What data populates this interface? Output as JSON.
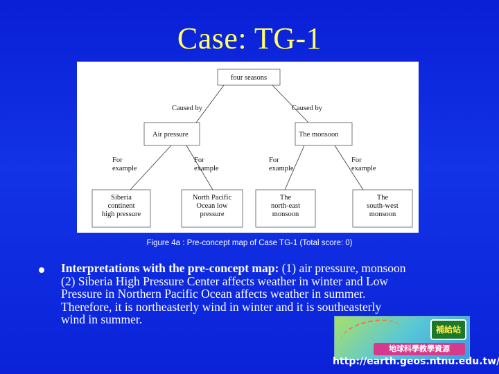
{
  "title": "Case: TG-1",
  "diagram": {
    "root": "four seasons",
    "edges_level1": {
      "left": "Caused by",
      "right": "Caused by"
    },
    "level1": {
      "left": "Air pressure",
      "right": "The monsoon"
    },
    "for_label_line1": "For",
    "for_label_line2": "example",
    "leaves": [
      {
        "line1": "Siberia",
        "line2": "continent",
        "line3": "high pressure"
      },
      {
        "line1": "North Pacific",
        "line2": "Ocean low",
        "line3": "pressure"
      },
      {
        "line1": "The",
        "line2": "north-east",
        "line3": "monsoon"
      },
      {
        "line1": "The",
        "line2": "south-west",
        "line3": "monsoon"
      }
    ]
  },
  "caption": "Figure 4a : Pre-concept map of Case TG-1 (Total score: 0)",
  "bullet": {
    "lead": "Interpretations with the pre-concept map:",
    "lines": [
      " (1) air pressure, monsoon",
      "(2) Siberia High Pressure Center affects weather in winter and Low",
      "Pressure in Northern Pacific Ocean affects weather in summer.",
      "Therefore, it is northeasterly wind in winter and it is southeasterly",
      "wind in summer."
    ]
  },
  "logo": {
    "badge": "補給站",
    "subtitle": "地球科學教學資源"
  },
  "url": "http://earth.geos.ntnu.edu.tw/"
}
